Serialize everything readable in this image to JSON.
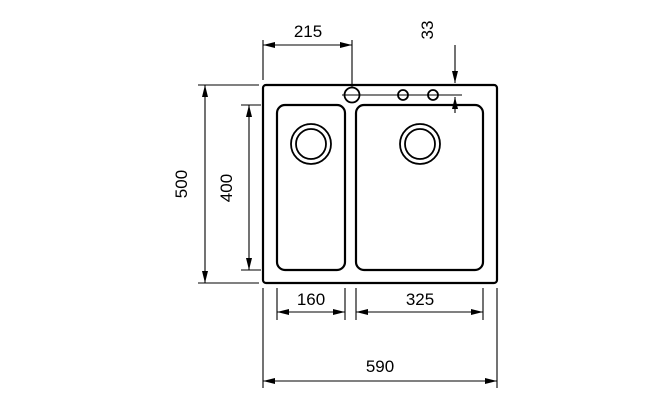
{
  "diagram": {
    "title": "sink-dimension-drawing",
    "colors": {
      "line": "#000000",
      "background": "#ffffff"
    },
    "labels": {
      "top_width": "215",
      "faucet_offset": "33",
      "overall_height": "500",
      "basin_height": "400",
      "left_basin_width": "160",
      "right_basin_width": "325",
      "overall_width": "590"
    }
  }
}
